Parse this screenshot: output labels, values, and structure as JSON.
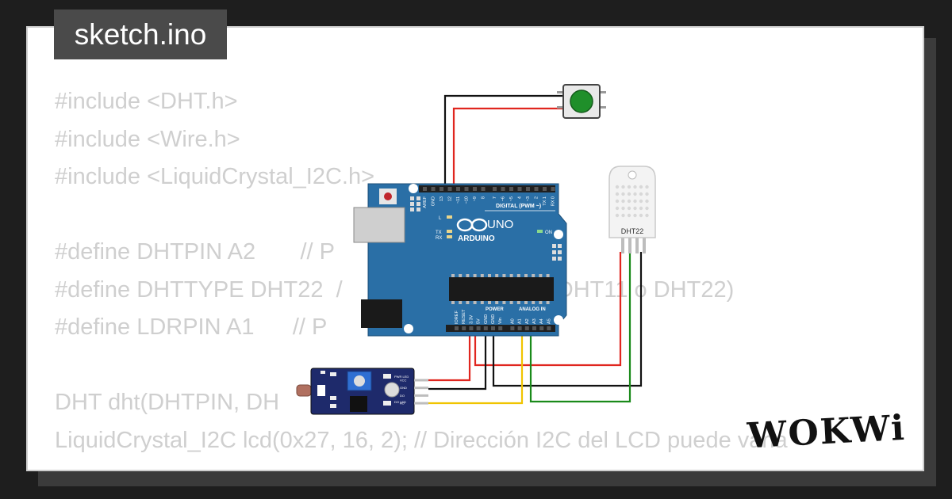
{
  "file_tab": "sketch.ino",
  "code_lines": [
    "#include <DHT.h>",
    "#include <Wire.h>",
    "#include <LiquidCrystal_I2C.h>",
    "",
    "#define DHTPIN A2       // P",
    "#define DHTTYPE DHT22  /                        DHT (DHT11 o DHT22)",
    "#define LDRPIN A1      // P",
    "",
    "DHT dht(DHTPIN, DH",
    "LiquidCrystal_I2C lcd(0x27, 16, 2); // Dirección I2C del LCD puede varia"
  ],
  "board": {
    "brand": "ARDUINO",
    "model": "UNO",
    "digital_header": "DIGITAL (PWM ~)",
    "power_label": "POWER",
    "analog_label": "ANALOG IN",
    "led_l": "L",
    "led_tx": "TX",
    "led_rx": "RX",
    "led_on": "ON",
    "top_pins": [
      "AREF",
      "GND",
      "13",
      "12",
      "~11",
      "~10",
      "~9",
      "8",
      "7",
      "~6",
      "~5",
      "4",
      "~3",
      "2",
      "TX 1",
      "RX 0"
    ],
    "bottom_pins": [
      "IOREF",
      "RESET",
      "3.3V",
      "5V",
      "GND",
      "GND",
      "Vin",
      "A0",
      "A1",
      "A2",
      "A3",
      "A4",
      "A5"
    ]
  },
  "sensor": {
    "label": "DHT22"
  },
  "ldr_module": {
    "pin_labels": [
      "VCC",
      "GND",
      "DO",
      "AO"
    ],
    "led_labels": [
      "PWR LED",
      "DO LED"
    ]
  },
  "logo": "WOKWi",
  "colors": {
    "board": "#2a6fa6",
    "wire_red": "#e0261f",
    "wire_black": "#111111",
    "wire_green": "#1a8a1a",
    "wire_yellow": "#f0c400",
    "button": "#1f8f2a"
  }
}
